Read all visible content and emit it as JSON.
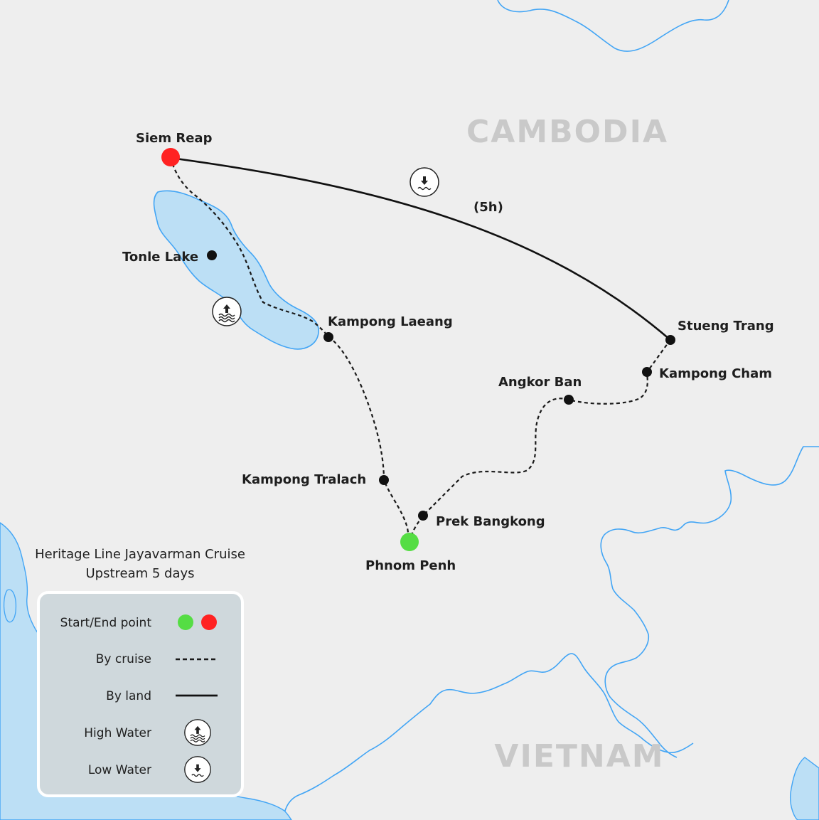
{
  "map": {
    "countries": [
      "CAMBODIA",
      "VIETNAM"
    ],
    "title_line1": "Heritage Line Jayavarman Cruise",
    "title_line2": "Upstream 5 days",
    "duration_label": "(5h)",
    "places": [
      {
        "name": "Siem Reap",
        "kind": "end"
      },
      {
        "name": "Tonle Lake",
        "kind": "stop"
      },
      {
        "name": "Kampong Laeang",
        "kind": "stop"
      },
      {
        "name": "Kampong Tralach",
        "kind": "stop"
      },
      {
        "name": "Phnom Penh",
        "kind": "start"
      },
      {
        "name": "Prek Bangkong",
        "kind": "stop"
      },
      {
        "name": "Angkor Ban",
        "kind": "stop"
      },
      {
        "name": "Kampong Cham",
        "kind": "stop"
      },
      {
        "name": "Stueng Trang",
        "kind": "stop"
      }
    ],
    "colors": {
      "start": "#55dd44",
      "end": "#ff2222",
      "water": "#bcdff5",
      "border": "#42a5f5",
      "land": "#eeeeee"
    }
  },
  "legend": {
    "items": [
      {
        "label": "Start/End point",
        "icon": "start-end-dots"
      },
      {
        "label": "By cruise",
        "icon": "dashed-line"
      },
      {
        "label": "By land",
        "icon": "solid-line"
      },
      {
        "label": "High Water",
        "icon": "high-water-icon"
      },
      {
        "label": "Low Water",
        "icon": "low-water-icon"
      }
    ]
  }
}
